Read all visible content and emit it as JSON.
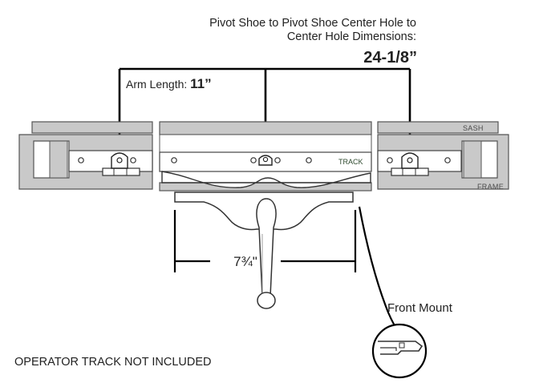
{
  "title_line1": "Pivot Shoe to Pivot Shoe Center Hole to",
  "title_line2": "Center Hole Dimensions:",
  "pivot_dimension": "24-1/8”",
  "arm_length_label": "Arm Length: ",
  "arm_length_value": "11”",
  "width_dimension": "7¾\"",
  "front_mount_label": "Front Mount",
  "note": "OPERATOR TRACK NOT INCLUDED",
  "labels": {
    "sash": "SASH",
    "frame": "FRAME",
    "track": "TRACK"
  }
}
